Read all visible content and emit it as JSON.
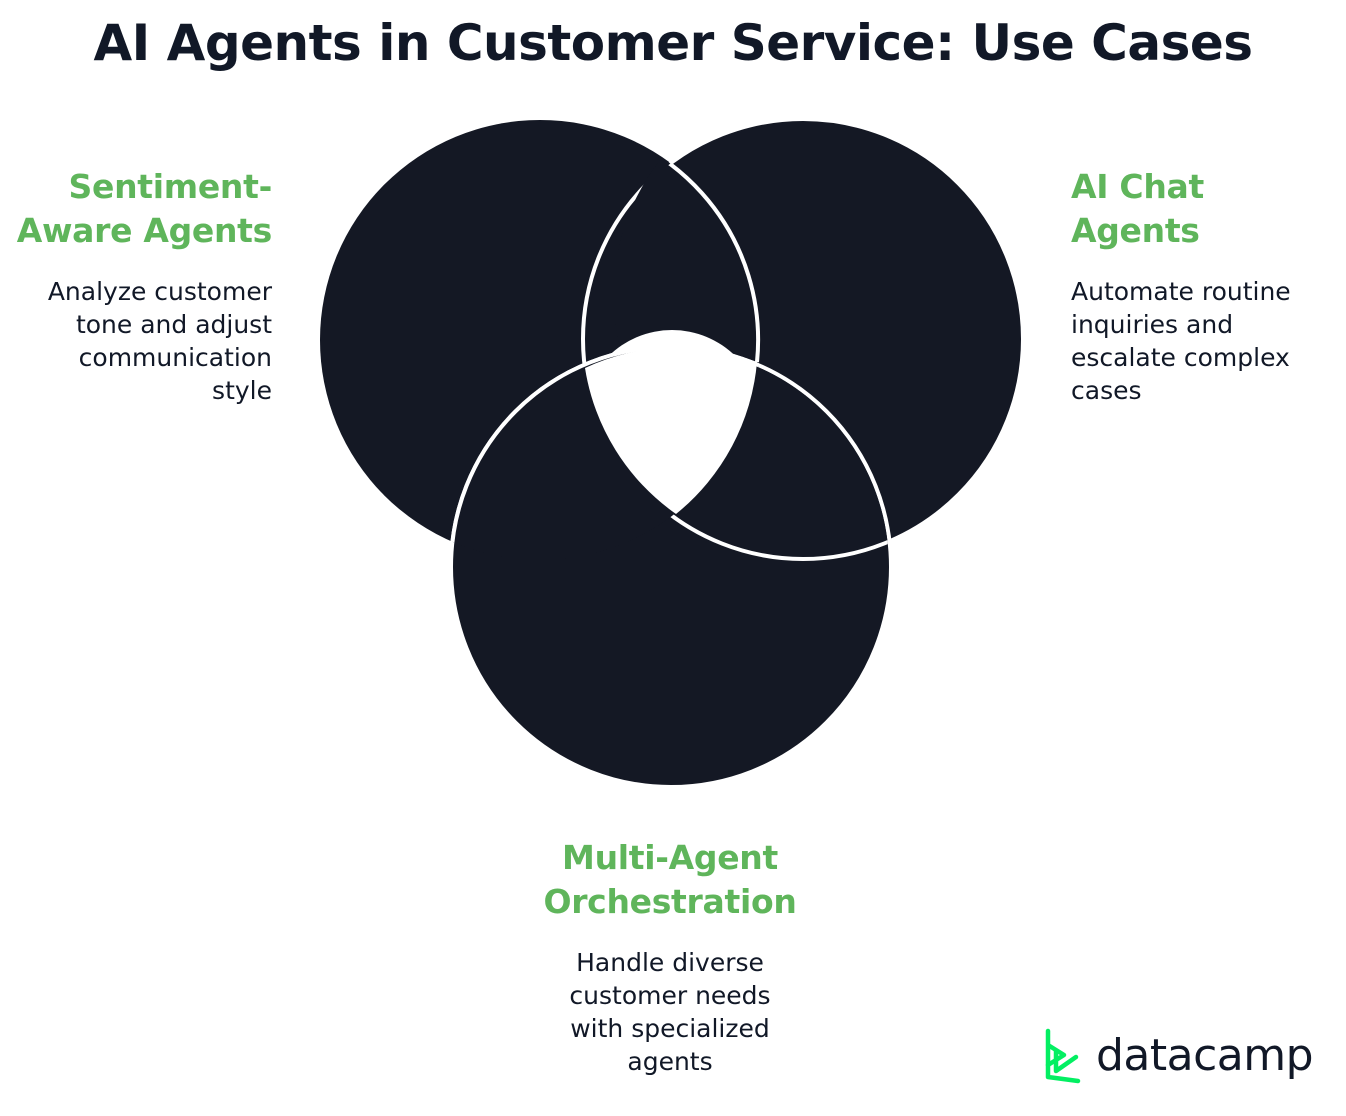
{
  "title": "AI Agents in Customer Service: Use Cases",
  "colors": {
    "circle_fill": "#141824",
    "accent_green": "#5fb55b",
    "text_dark": "#111827",
    "background": "#ffffff"
  },
  "use_cases": {
    "sentiment": {
      "heading": [
        "Sentiment-",
        "Aware Agents"
      ],
      "description": [
        "Analyze customer",
        "tone and adjust",
        "communication",
        "style"
      ]
    },
    "chat": {
      "heading": [
        "AI Chat",
        "Agents"
      ],
      "description": [
        "Automate routine",
        "inquiries and",
        "escalate complex",
        "cases"
      ]
    },
    "orchestration": {
      "heading": [
        "Multi-Agent",
        "Orchestration"
      ],
      "description": [
        "Handle diverse",
        "customer needs",
        "with specialized",
        "agents"
      ]
    }
  },
  "logo": {
    "text": "datacamp",
    "icon": "datacamp-logo-icon"
  }
}
